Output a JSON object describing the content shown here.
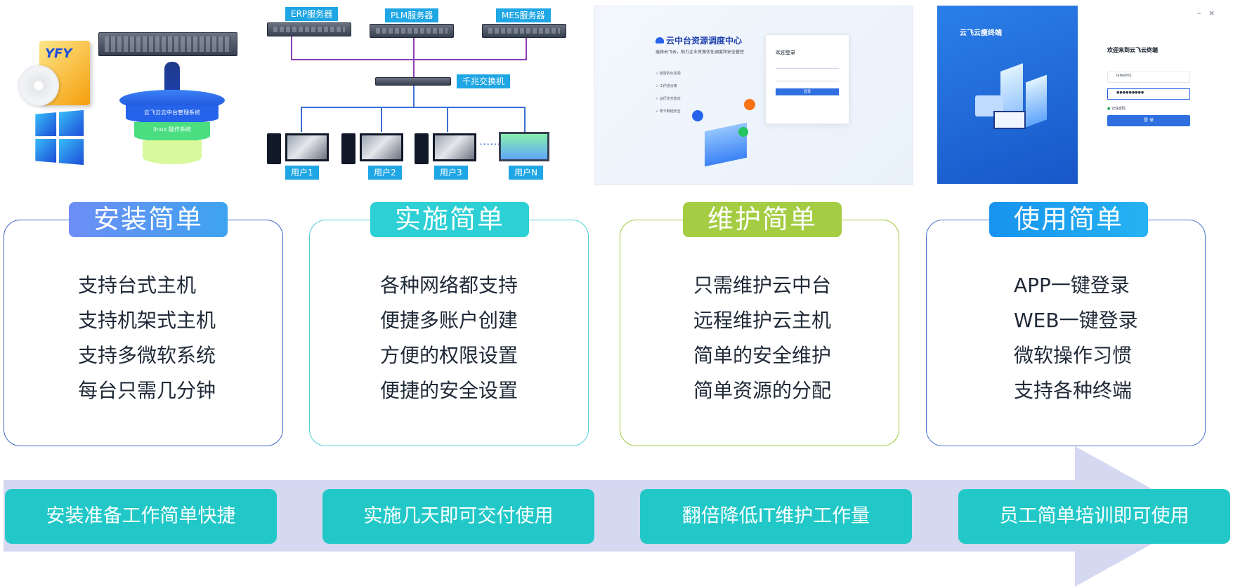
{
  "illustrations": {
    "network": {
      "servers": [
        "ERP服务器",
        "PLM服务器",
        "MES服务器"
      ],
      "switch": "千兆交换机",
      "users": [
        "用户1",
        "用户2",
        "用户3",
        "用户N"
      ]
    },
    "install": {
      "box_brand": "YFY",
      "funnel_top": "云飞云云中台管理系统",
      "funnel_mid": "linux 操作系统"
    },
    "platform": {
      "title": "云中台资源调度中心",
      "subtitle": "选择云飞云，助力企业资源优化调度和安全管控",
      "features": [
        "按需的化资源",
        "工作流分离",
        "运行安全稳定",
        "零卡顿结安全"
      ],
      "login_title": "欢迎登录",
      "login_button": "登录"
    },
    "terminal": {
      "logo": "云飞云瘦终端",
      "welcome": "欢迎来到云飞云终端",
      "username": "lafee001",
      "password_mask": "●●●●●●●●●",
      "remember": "记住密码",
      "login_button": "登 录"
    }
  },
  "cards": [
    {
      "title": "安装简单",
      "items": [
        "支持台式主机",
        "支持机架式主机",
        "支持多微软系统",
        "每台只需几分钟"
      ]
    },
    {
      "title": "实施简单",
      "items": [
        "各种网络都支持",
        "便捷多账户创建",
        "方便的权限设置",
        "便捷的安全设置"
      ]
    },
    {
      "title": "维护简单",
      "items": [
        "只需维护云中台",
        "远程维护云主机",
        "简单的安全维护",
        "简单资源的分配"
      ]
    },
    {
      "title": "使用简单",
      "items": [
        "APP一键登录",
        "WEB一键登录",
        "微软操作习惯",
        "支持各种终端"
      ]
    }
  ],
  "benefits": [
    "安装准备工作简单快捷",
    "实施几天即可交付使用",
    "翻倍降低IT维护工作量",
    "员工简单培训即可使用"
  ],
  "colors": {
    "card1_title": "#4f8cf0",
    "card2_title": "#2dd0d4",
    "card3_title": "#a4cd43",
    "card4_title": "#1ea3f2",
    "card1_border": "#3f66c4",
    "card2_border": "#4fcfd8",
    "card3_border": "#9cc93c",
    "card4_border": "#4a72c9",
    "pill": "#22c8c8",
    "band": "#d4d8f0"
  }
}
